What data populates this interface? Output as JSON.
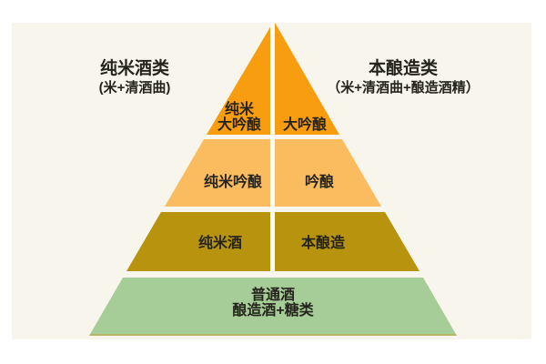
{
  "canvas": {
    "page_background": "#ffffff",
    "panel_background": "#f7f5ec",
    "text_color": "#25241c",
    "divider_color": "#ffffff"
  },
  "categories": {
    "left": {
      "title": "纯米酒类",
      "subtitle": "(米+清酒曲)"
    },
    "right": {
      "title": "本酿造类",
      "subtitle": "（米+清酒曲+酿造酒精）"
    }
  },
  "pyramid": {
    "tier1": {
      "color": "#f89c10",
      "left_line1": "纯米",
      "left_line2": "大吟酿",
      "right": "大吟酿"
    },
    "tier2": {
      "color": "#fbbc5f",
      "left": "纯米吟酿",
      "right": "吟酿"
    },
    "tier3": {
      "color": "#b7930e",
      "left": "纯米酒",
      "right": "本酿造"
    },
    "tier4": {
      "color": "#a6cc97",
      "line1": "普通酒",
      "line2": "酿造酒+糖类"
    }
  }
}
